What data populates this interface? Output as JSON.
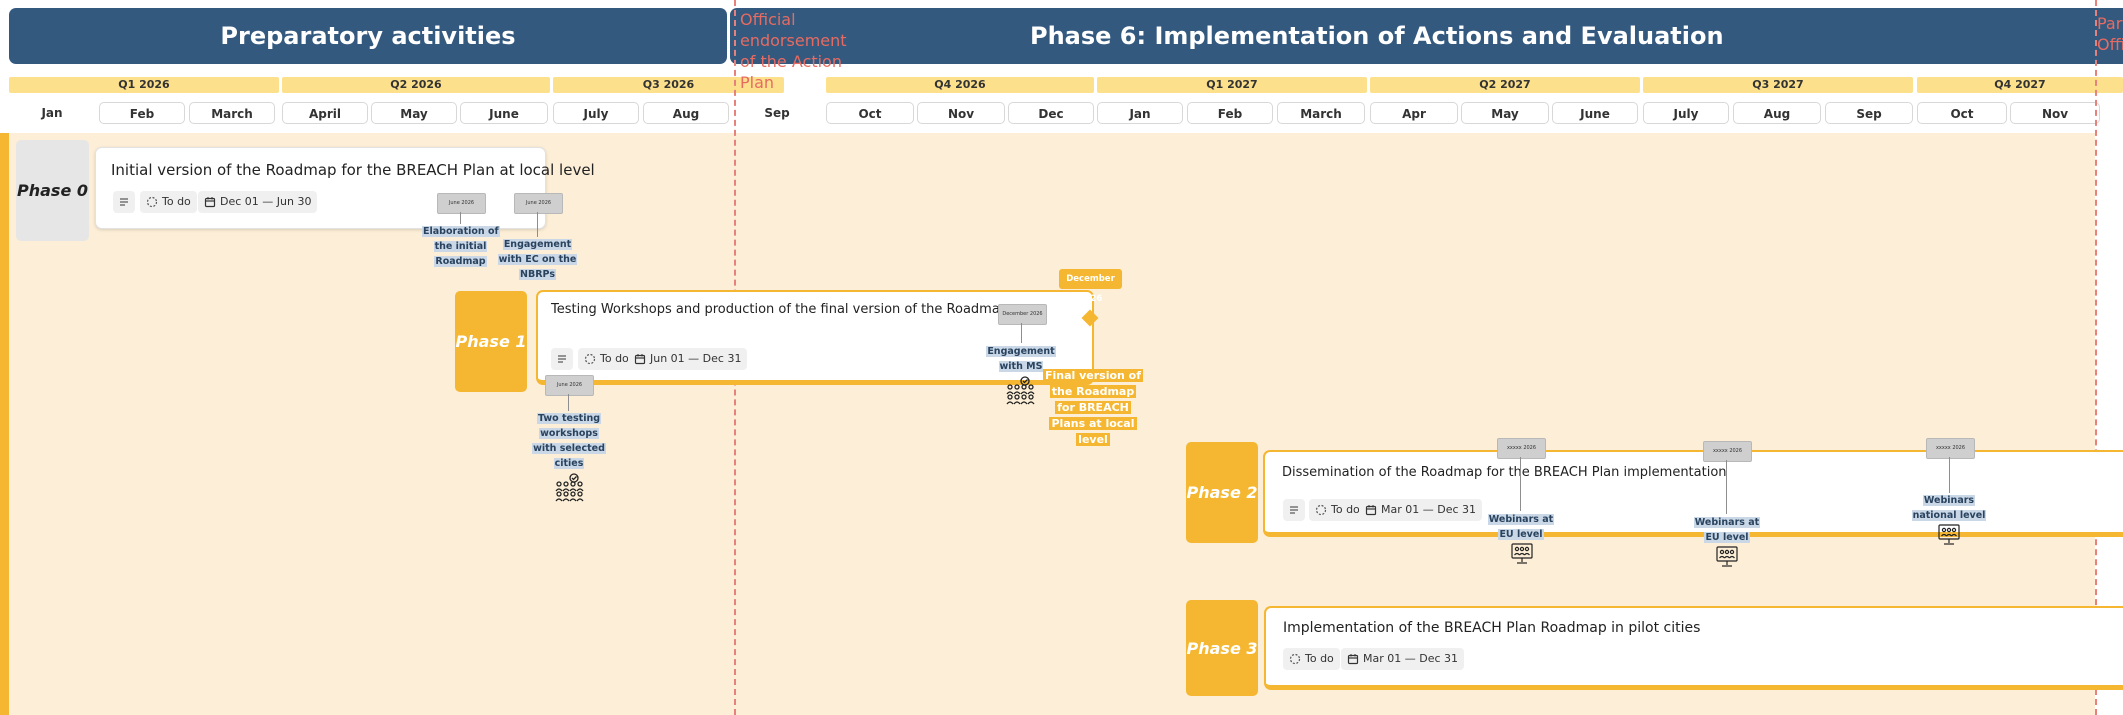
{
  "colors": {
    "header": "#33597f",
    "accent": "#f5b731",
    "band": "#fdefd7",
    "marker_line": "#e7817b",
    "quarter": "#fde08b",
    "label_highlight": "#c9d7e6"
  },
  "headers": {
    "preparatory": "Preparatory activities",
    "phase6": "Phase 6: Implementation of Actions and Evaluation"
  },
  "quarters": [
    "Q1 2026",
    "Q2 2026",
    "Q3 2026",
    "Q4 2026",
    "Q1 2027",
    "Q2 2027",
    "Q3 2027",
    "Q4 2027"
  ],
  "months": [
    "Jan",
    "Feb",
    "March",
    "April",
    "May",
    "June",
    "July",
    "Aug",
    "Sep",
    "Oct",
    "Nov",
    "Dec",
    "Jan",
    "Feb",
    "March",
    "Apr",
    "May",
    "June",
    "July",
    "Aug",
    "Sep",
    "Oct",
    "Nov"
  ],
  "markers": {
    "official_endorsement": "Official endorsement of the Action Plan",
    "right_clipped": "Part Offi"
  },
  "phases": [
    {
      "label": "Phase 0",
      "title": "Initial version of the Roadmap for the BREACH Plan at local level",
      "status": "To do",
      "dates": "Dec 01 — Jun 30",
      "status_icon": "dashed-circle-icon",
      "date_icon": "calendar-icon",
      "description_icon": "lines-icon"
    },
    {
      "label": "Phase 1",
      "title": "Testing Workshops and production of the final version of the Roadmap",
      "status": "To do",
      "dates": "Jun 01 — Dec 31",
      "status_icon": "dashed-circle-icon",
      "date_icon": "calendar-icon",
      "description_icon": "lines-icon"
    },
    {
      "label": "Phase 2",
      "title": "Dissemination of the Roadmap for the BREACH Plan implementation",
      "status": "To do",
      "dates": "Mar 01 — Dec 31",
      "status_icon": "dashed-circle-icon",
      "date_icon": "calendar-icon",
      "description_icon": "lines-icon"
    },
    {
      "label": "Phase 3",
      "title": "Implementation of the BREACH Plan Roadmap in pilot cities",
      "status": "To do",
      "dates": "Mar 01 — Dec 31",
      "status_icon": "dashed-circle-icon",
      "date_icon": "calendar-icon"
    }
  ],
  "milestones": {
    "elab": {
      "date": "June 2026",
      "label": "Elaboration of the initial Roadmap"
    },
    "nbrp": {
      "date": "June 2026",
      "label": "Engagement with EC on the NBRPs"
    },
    "ms": {
      "date": "December 2026",
      "label": "Engagement with MS",
      "icon": "people-group-icon"
    },
    "workshops": {
      "date": "June 2026",
      "label": "Two testing workshops with selected cities",
      "icon": "people-group-icon"
    },
    "finalver": {
      "date": "December 2026",
      "label": "Final version of the Roadmap for BREACH Plans at local level"
    },
    "web1": {
      "date": "xxxxx 2026",
      "label": "Webinars at EU level",
      "icon": "webinar-icon"
    },
    "web2": {
      "date": "xxxxx 2026",
      "label": "Webinars at EU level",
      "icon": "webinar-icon"
    },
    "web3": {
      "date": "xxxxx 2026",
      "label": "Webinars national level",
      "icon": "webinar-icon"
    }
  }
}
